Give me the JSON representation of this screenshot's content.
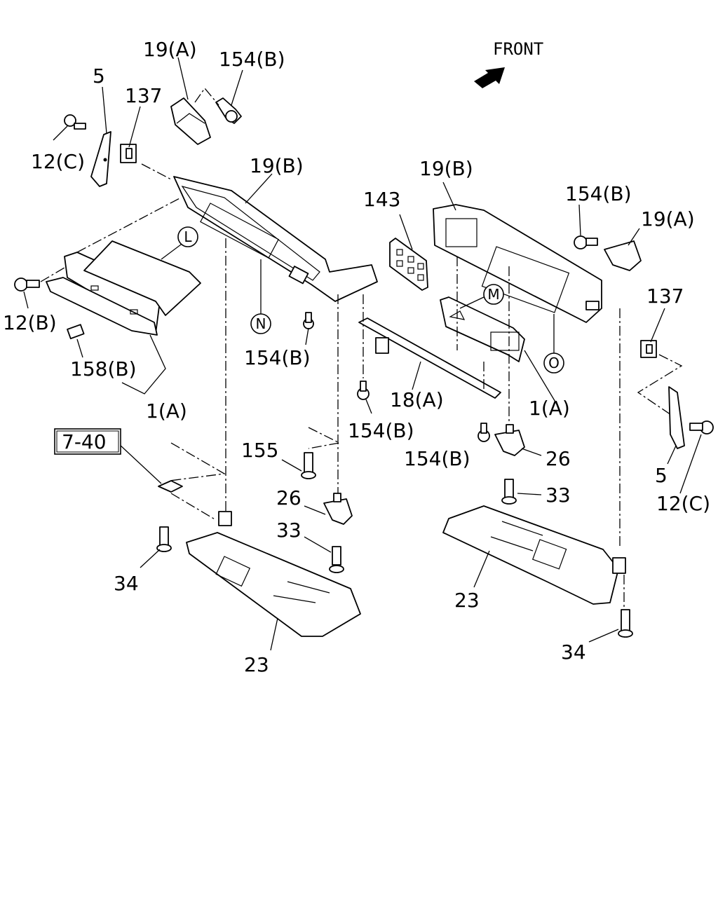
{
  "front_label": "FRONT",
  "ref_box": "7-40",
  "labels": {
    "l_19a": "19(A)",
    "l_154b_top": "154(B)",
    "l_5": "5",
    "l_137": "137",
    "l_12c": "12(C)",
    "l_19b": "19(B)",
    "l_12b": "12(B)",
    "l_158b": "158(B)",
    "l_154b_mid": "154(B)",
    "l_1a": "1(A)",
    "l_155": "155",
    "l_26": "26",
    "l_33": "33",
    "l_34": "34",
    "l_23": "23",
    "l_143": "143",
    "l_18a": "18(A)",
    "l_154b_18": "154(B)",
    "r_19b": "19(B)",
    "r_154b_top": "154(B)",
    "r_19a": "19(A)",
    "r_137": "137",
    "r_1a": "1(A)",
    "r_154b_low": "154(B)",
    "r_26": "26",
    "r_33": "33",
    "r_5": "5",
    "r_12c": "12(C)",
    "r_23": "23",
    "r_34": "34"
  },
  "circle_marks": {
    "L": "L",
    "N": "N",
    "M": "M",
    "O": "O"
  }
}
